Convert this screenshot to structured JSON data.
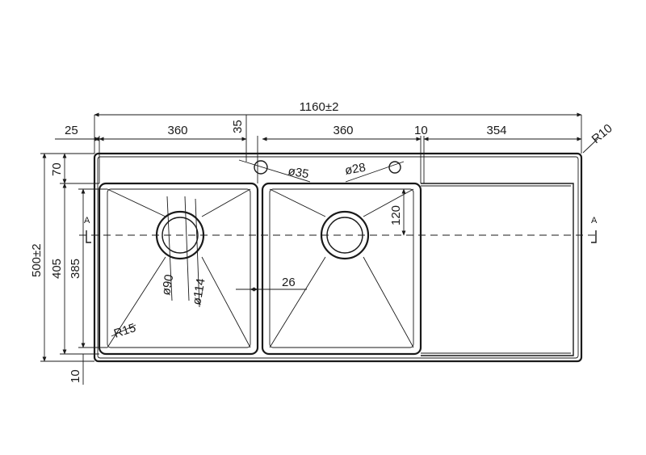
{
  "dimensions": {
    "overall_width": "1160±2",
    "left_margin": "25",
    "left_bowl_width": "360",
    "divider_offset": "35",
    "right_bowl_width": "360",
    "bowl_gap_right": "10",
    "drainboard_width": "354",
    "corner_radius": "R10",
    "faucet_hole_left": "ø35",
    "faucet_hole_right": "ø28",
    "overall_depth": "500±2",
    "top_margin": "70",
    "bowl_outer_depth": "405",
    "bowl_inner_depth": "385",
    "bottom_margin": "10",
    "drain_offset": "120",
    "divider_width": "26",
    "bowl_radius": "R15",
    "drain_inner_dia": "ø90",
    "drain_outer_dia": "ø114"
  },
  "section_marks": {
    "left": "A",
    "right": "A"
  }
}
